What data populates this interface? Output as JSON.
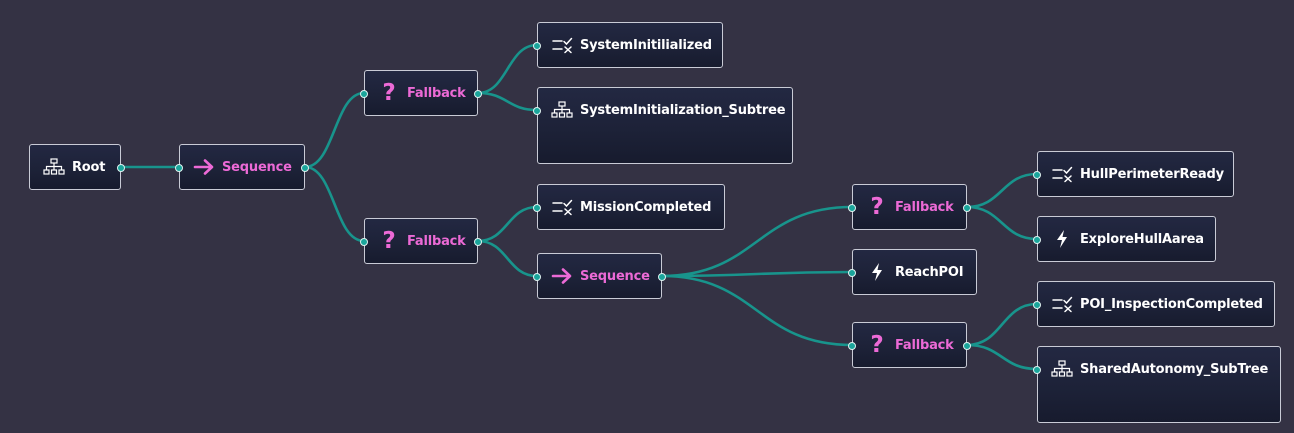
{
  "diagram": {
    "colors": {
      "background": "#343244",
      "edge": "#18948c",
      "control_label": "#ec6ad6",
      "port": "#1aa59b"
    },
    "nodes": [
      {
        "id": "root",
        "label": "Root",
        "icon": "subtree-icon",
        "kind": "subtree"
      },
      {
        "id": "seq1",
        "label": "Sequence",
        "icon": "arrow-right-icon",
        "kind": "control"
      },
      {
        "id": "fb1",
        "label": "Fallback",
        "icon": "question-mark-icon",
        "kind": "control"
      },
      {
        "id": "fb2",
        "label": "Fallback",
        "icon": "question-mark-icon",
        "kind": "control"
      },
      {
        "id": "sysinit",
        "label": "SystemInitilialized",
        "icon": "condition-icon",
        "kind": "condition"
      },
      {
        "id": "sysinit_sub",
        "label": "SystemInitialization_Subtree",
        "icon": "subtree-icon",
        "kind": "subtree"
      },
      {
        "id": "mission",
        "label": "MissionCompleted",
        "icon": "condition-icon",
        "kind": "condition"
      },
      {
        "id": "seq2",
        "label": "Sequence",
        "icon": "arrow-right-icon",
        "kind": "control"
      },
      {
        "id": "fb3",
        "label": "Fallback",
        "icon": "question-mark-icon",
        "kind": "control"
      },
      {
        "id": "reachpoi",
        "label": "ReachPOI",
        "icon": "lightning-icon",
        "kind": "action"
      },
      {
        "id": "fb4",
        "label": "Fallback",
        "icon": "question-mark-icon",
        "kind": "control"
      },
      {
        "id": "hullready",
        "label": "HullPerimeterReady",
        "icon": "condition-icon",
        "kind": "condition"
      },
      {
        "id": "explore",
        "label": "ExploreHullAarea",
        "icon": "lightning-icon",
        "kind": "action"
      },
      {
        "id": "poiinsp",
        "label": "POI_InspectionCompleted",
        "icon": "condition-icon",
        "kind": "condition"
      },
      {
        "id": "shared",
        "label": "SharedAutonomy_SubTree",
        "icon": "subtree-icon",
        "kind": "subtree"
      }
    ],
    "edges": [
      [
        "root",
        "seq1"
      ],
      [
        "seq1",
        "fb1"
      ],
      [
        "seq1",
        "fb2"
      ],
      [
        "fb1",
        "sysinit"
      ],
      [
        "fb1",
        "sysinit_sub"
      ],
      [
        "fb2",
        "mission"
      ],
      [
        "fb2",
        "seq2"
      ],
      [
        "seq2",
        "fb3"
      ],
      [
        "seq2",
        "reachpoi"
      ],
      [
        "seq2",
        "fb4"
      ],
      [
        "fb3",
        "hullready"
      ],
      [
        "fb3",
        "explore"
      ],
      [
        "fb4",
        "poiinsp"
      ],
      [
        "fb4",
        "shared"
      ]
    ]
  }
}
